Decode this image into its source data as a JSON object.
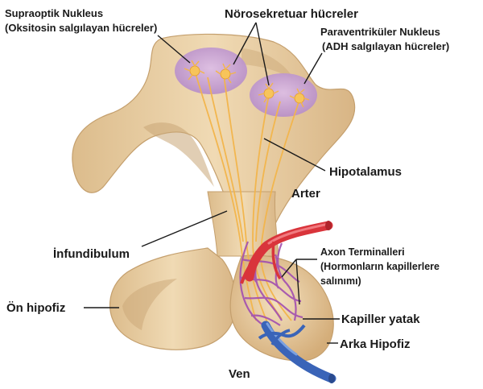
{
  "labels": {
    "supraoptic_line1": "Supraoptik Nukleus",
    "supraoptic_line2": "(Oksitosin salgılayan hücreler)",
    "neurosecretory": "Nörosekretuar hücreler",
    "paraventricular_line1": "Paraventriküler Nukleus",
    "paraventricular_line2": "(ADH salgılayan hücreler)",
    "hypothalamus": "Hipotalamus",
    "artery": "Arter",
    "infundibulum": "İnfundibulum",
    "axon_line1": "Axon Terminalleri",
    "axon_line2": "(Hormonların kapillerlere",
    "axon_line3": "salınımı)",
    "anterior_pituitary": "Ön hipofiz",
    "capillary_bed": "Kapiller yatak",
    "posterior_pituitary": "Arka Hipofiz",
    "vein": "Ven"
  },
  "colors": {
    "tissue": "#e9cfa3",
    "tissue_dark": "#c9a676",
    "nucleus": "#c9a3d6",
    "neuron": "#f3b54a",
    "artery": "#d9343b",
    "vein": "#3a64b8",
    "capillary": "#a24fb0"
  }
}
